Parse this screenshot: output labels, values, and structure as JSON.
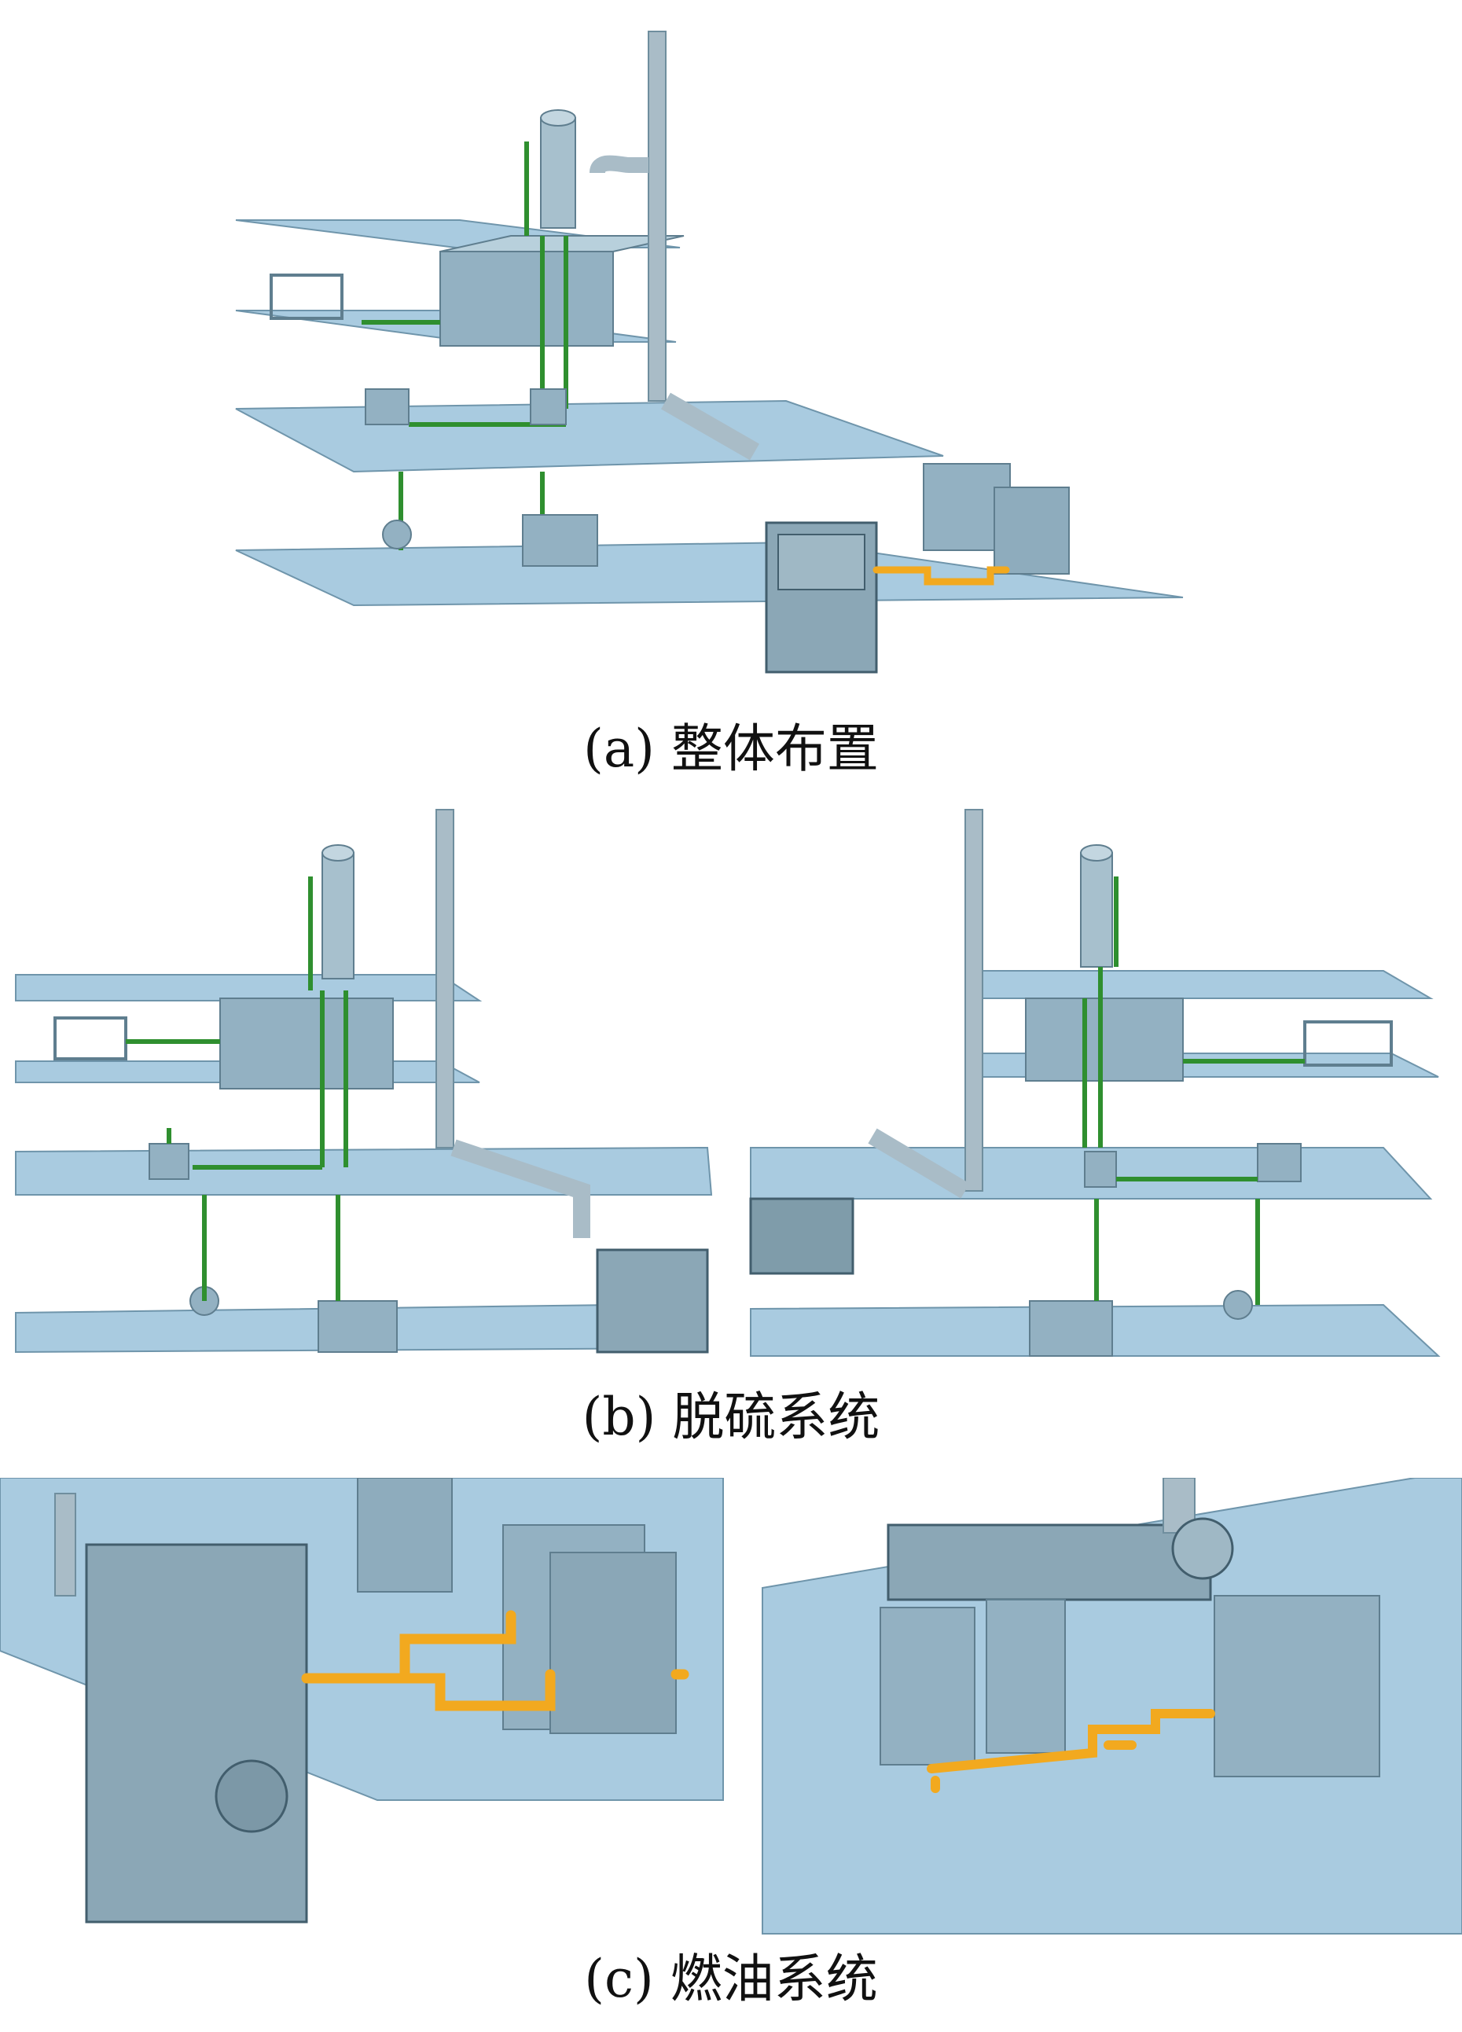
{
  "figure": {
    "captions": {
      "a": "(a)  整体布置",
      "b": "(b)  脱硫系统",
      "c": "(c)  燃油系统"
    },
    "colors": {
      "deck": "#9fc6dd",
      "deck_edge": "#6f95ab",
      "equipment": "#9ab7c6",
      "equipment_dark": "#6f8e9e",
      "green_pipe": "#2f8f2f",
      "orange_pipe": "#f2a91f",
      "grey_pipe": "#a9bcc7"
    }
  }
}
